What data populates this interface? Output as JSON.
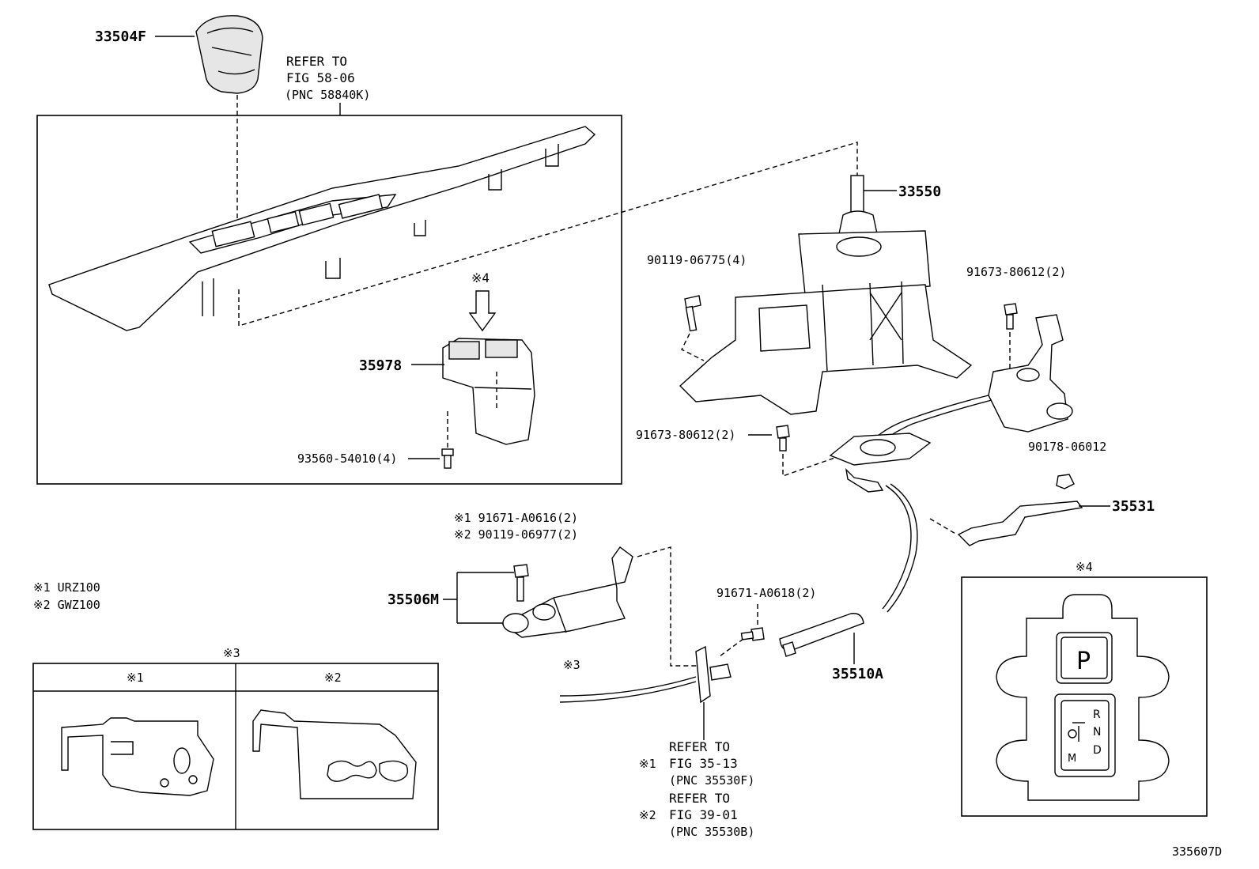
{
  "labels": {
    "knob": "33504F",
    "knob_ref_1": "REFER TO",
    "knob_ref_2": "FIG 58-06",
    "knob_ref_3": "(PNC 58840K)",
    "note4_top": "※4",
    "switch": "35978",
    "screw_93560": "93560-54010(4)",
    "shifter": "33550",
    "bolt_90119_06775": "90119-06775(4)",
    "bolt_91673_right": "91673-80612(2)",
    "bolt_91673_center": "91673-80612(2)",
    "nut_90178": "90178-06012",
    "bracket_35531": "35531",
    "bolt_91671_a0616": "※1 91671-A0616(2)",
    "bolt_90119_06977": "※2 90119-06977(2)",
    "bracket_35506m": "35506M",
    "note3_bracket": "※3",
    "bolt_91671_a0618": "91671-A0618(2)",
    "cable_35510a": "35510A",
    "legend_1": "※1 URZ100",
    "legend_2": "※2 GWZ100",
    "table_title": "※3",
    "table_col1": "※1",
    "table_col2": "※2",
    "cable_ref_1": "REFER TO",
    "cable_ref_mark1": "※1",
    "cable_ref_2": "FIG 35-13",
    "cable_ref_3": "(PNC 35530F)",
    "cable_ref_4": "REFER TO",
    "cable_ref_mark2": "※2",
    "cable_ref_5": "FIG 39-01",
    "cable_ref_6": "(PNC 35530B)",
    "detail4_title": "※4",
    "button_p": "P",
    "gear_r": "R",
    "gear_n": "N",
    "gear_d": "D",
    "gear_m": "M",
    "figure_id": "335607D"
  }
}
